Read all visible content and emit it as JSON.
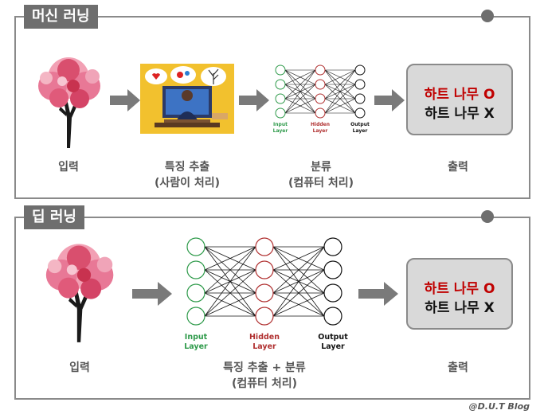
{
  "ml": {
    "title": "머신 러닝",
    "input_label": "입력",
    "feature_label": "특징 추출",
    "feature_sub": "(사람이 처리)",
    "classify_label": "분류",
    "classify_sub": "(컴퓨터 처리)",
    "output_label": "출력",
    "nn_input": [
      "Input",
      "Layer"
    ],
    "nn_hidden": [
      "Hidden",
      "Layer"
    ],
    "nn_output": [
      "Output",
      "Layer"
    ],
    "out_yes": "하트 나무 O",
    "out_no": "하트 나무 X"
  },
  "dl": {
    "title": "딥 러닝",
    "input_label": "입력",
    "feature_label": "특징 추출 + 분류",
    "feature_sub": "(컴퓨터 처리)",
    "output_label": "출력",
    "nn_input": [
      "Input",
      "Layer"
    ],
    "nn_hidden": [
      "Hidden",
      "Layer"
    ],
    "nn_output": [
      "Output",
      "Layer"
    ],
    "out_yes": "하트 나무 O",
    "out_no": "하트 나무 X"
  },
  "credit": "@D.U.T Blog",
  "colors": {
    "input_node": "#2e9a4a",
    "hidden_node": "#b03030",
    "output_node": "#111111",
    "accent": "#c00000",
    "panel_tag": "#6e6e6e"
  },
  "icons": [
    "heart-tree-icon",
    "arrow-right-icon",
    "person-at-computer-icon",
    "neural-network-icon"
  ]
}
